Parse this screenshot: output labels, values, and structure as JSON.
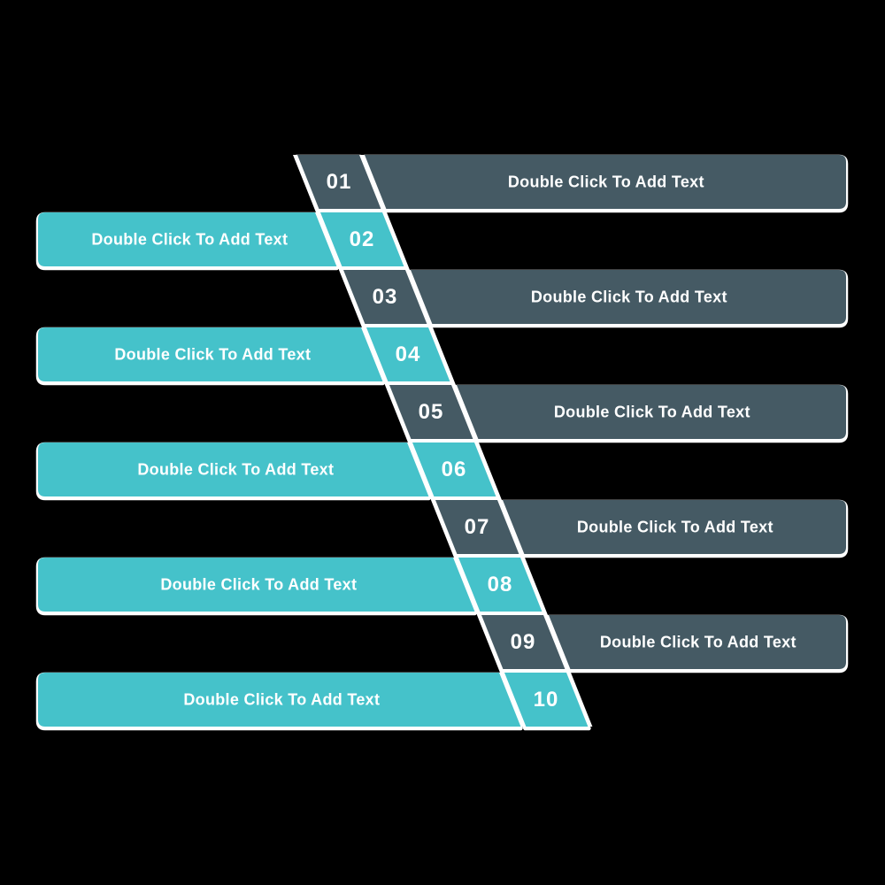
{
  "colors": {
    "background": "#000000",
    "dark": "#455A64",
    "teal": "#45C2CA",
    "outline": "#FFFFFF",
    "text": "#FFFFFF"
  },
  "rows": [
    {
      "number": "01",
      "label": "Double Click To Add Text",
      "variant": "dark",
      "side": "right"
    },
    {
      "number": "02",
      "label": "Double Click To Add Text",
      "variant": "teal",
      "side": "left"
    },
    {
      "number": "03",
      "label": "Double Click To Add Text",
      "variant": "dark",
      "side": "right"
    },
    {
      "number": "04",
      "label": "Double Click To Add Text",
      "variant": "teal",
      "side": "left"
    },
    {
      "number": "05",
      "label": "Double Click To Add Text",
      "variant": "dark",
      "side": "right"
    },
    {
      "number": "06",
      "label": "Double Click To Add Text",
      "variant": "teal",
      "side": "left"
    },
    {
      "number": "07",
      "label": "Double Click To Add Text",
      "variant": "dark",
      "side": "right"
    },
    {
      "number": "08",
      "label": "Double Click To Add Text",
      "variant": "teal",
      "side": "left"
    },
    {
      "number": "09",
      "label": "Double Click To Add Text",
      "variant": "dark",
      "side": "right"
    },
    {
      "number": "10",
      "label": "Double Click To Add Text",
      "variant": "teal",
      "side": "left"
    }
  ]
}
